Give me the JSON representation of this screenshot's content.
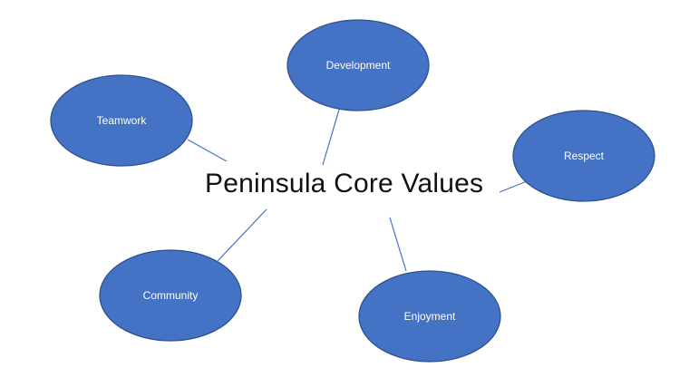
{
  "center": {
    "title": "Peninsula Core Values"
  },
  "nodes": [
    {
      "id": "development",
      "label": "Development"
    },
    {
      "id": "teamwork",
      "label": "Teamwork"
    },
    {
      "id": "respect",
      "label": "Respect"
    },
    {
      "id": "community",
      "label": "Community"
    },
    {
      "id": "enjoyment",
      "label": "Enjoyment"
    }
  ],
  "colors": {
    "node_fill": "#4472c4",
    "node_stroke": "#2f528f",
    "connector": "#4472c4",
    "title_text": "#111111",
    "node_text": "#ffffff"
  }
}
